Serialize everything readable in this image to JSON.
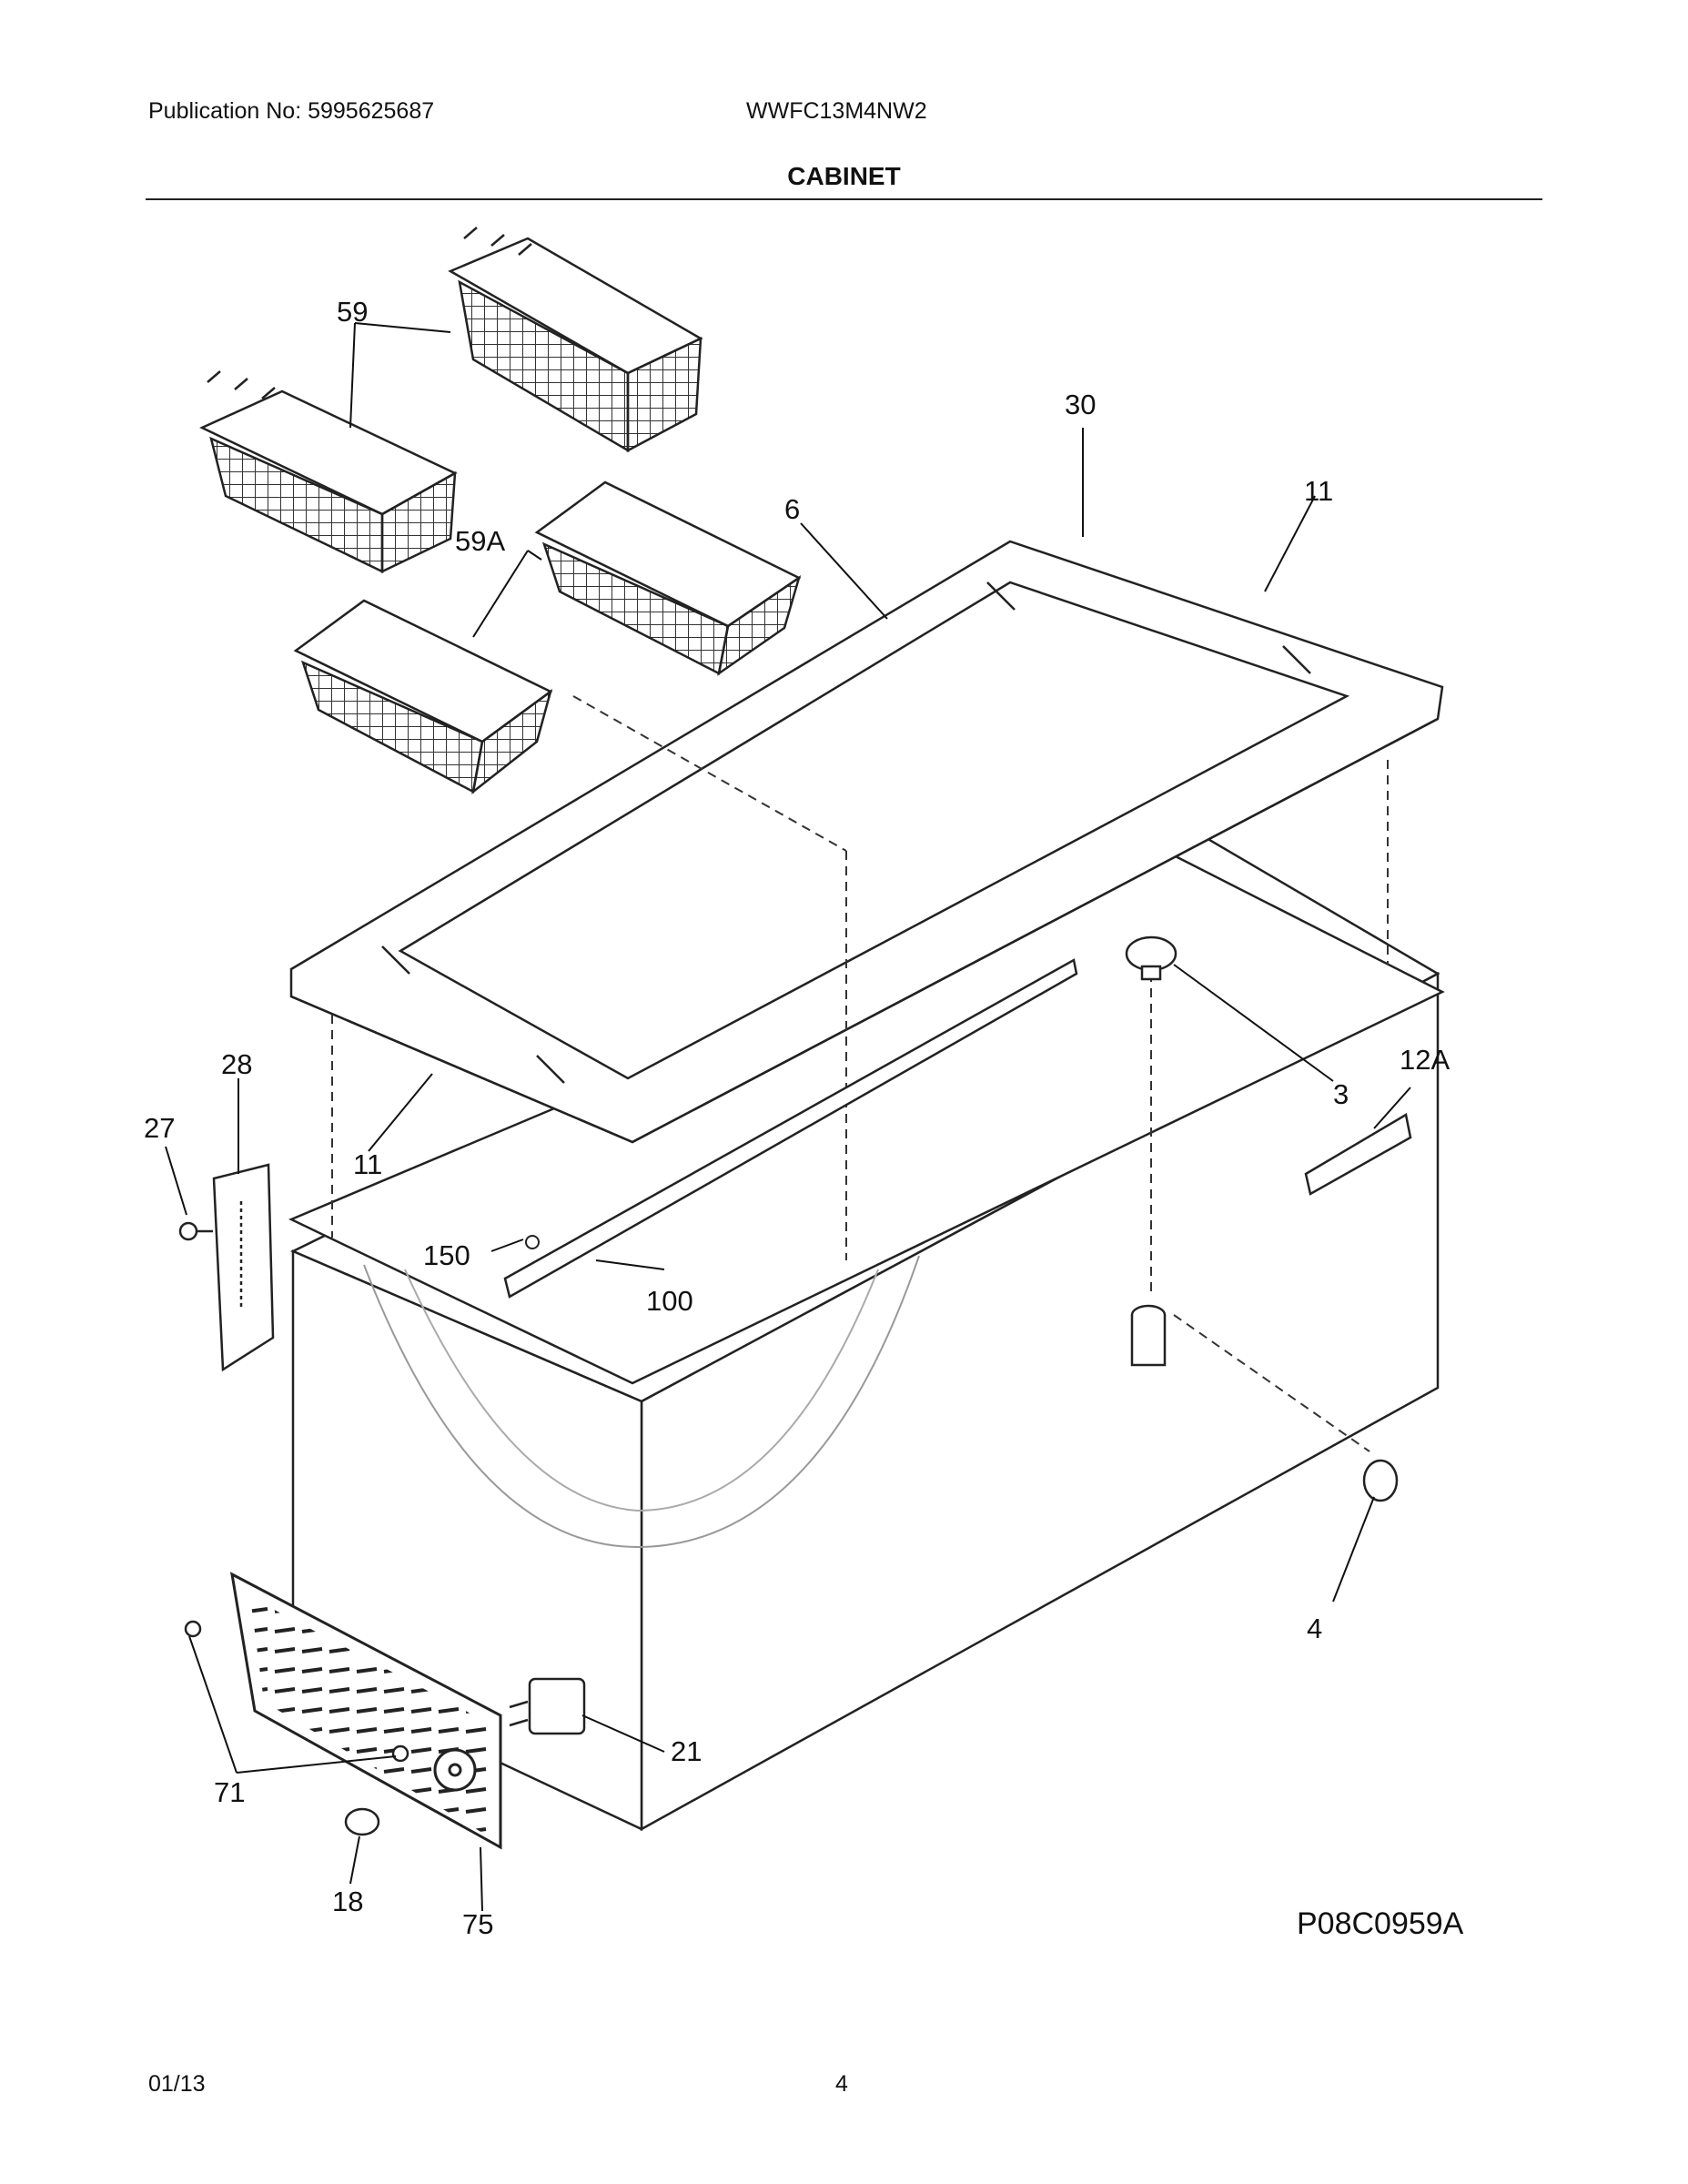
{
  "header": {
    "publication": "Publication No: 5995625687",
    "model": "WWFC13M4NW2",
    "section_title": "CABINET"
  },
  "diagram": {
    "callouts": {
      "c59": "59",
      "c59a": "59A",
      "c6": "6",
      "c30": "30",
      "c11_top": "11",
      "c11_bottom": "11",
      "c28": "28",
      "c27": "27",
      "c3": "3",
      "c12a": "12A",
      "c150": "150",
      "c100": "100",
      "c4": "4",
      "c21": "21",
      "c71": "71",
      "c18": "18",
      "c75": "75"
    },
    "drawing_code": "P08C0959A"
  },
  "footer": {
    "date": "01/13",
    "page": "4"
  }
}
